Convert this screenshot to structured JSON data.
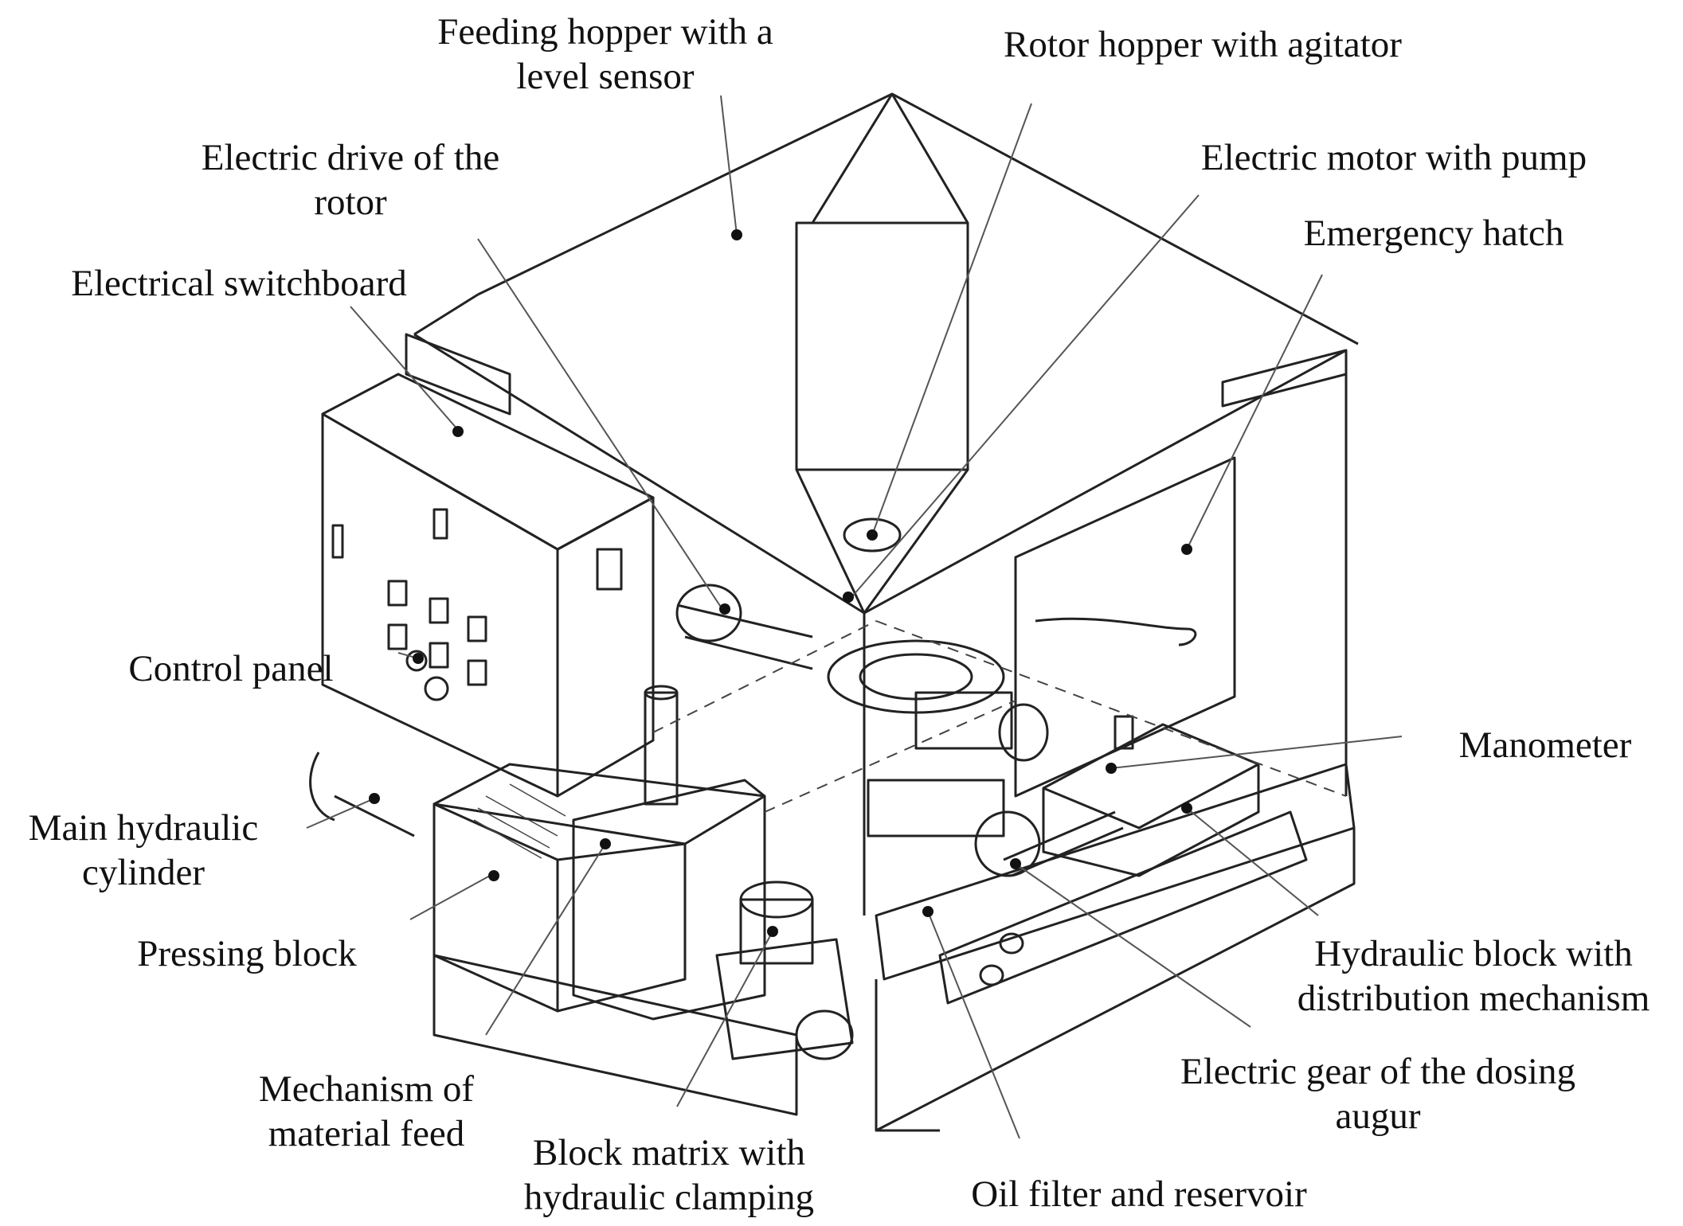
{
  "labels": {
    "feeding_hopper": [
      "Feeding hopper with a",
      "level sensor"
    ],
    "rotor_hopper": [
      "Rotor hopper with agitator"
    ],
    "electric_drive_rotor": [
      "Electric drive of the",
      "rotor"
    ],
    "electric_motor_pump": [
      "Electric motor with pump"
    ],
    "emergency_hatch": [
      "Emergency hatch"
    ],
    "electrical_switchboard": [
      "Electrical switchboard"
    ],
    "control_panel": [
      "Control panel"
    ],
    "manometer": [
      "Manometer"
    ],
    "main_hydraulic_cylinder": [
      "Main hydraulic",
      "cylinder"
    ],
    "pressing_block": [
      "Pressing block"
    ],
    "hydraulic_block": [
      "Hydraulic block with",
      "distribution mechanism"
    ],
    "mechanism_material_feed": [
      "Mechanism of",
      "material feed"
    ],
    "electric_gear_dosing": [
      "Electric gear of the dosing",
      "augur"
    ],
    "block_matrix": [
      "Block matrix with",
      "hydraulic clamping"
    ],
    "oil_filter": [
      "Oil filter and reservoir"
    ]
  },
  "colors": {
    "ink": "#111111",
    "line": "#333333",
    "background": "#ffffff"
  }
}
